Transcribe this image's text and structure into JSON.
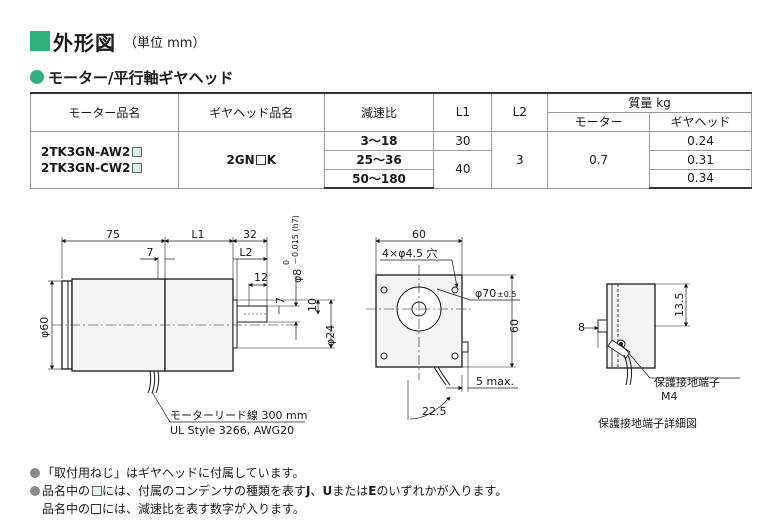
{
  "title": {
    "main": "外形図",
    "unit": "（単位 mm）"
  },
  "section": {
    "label": "モーター/平行軸ギヤヘッド"
  },
  "table": {
    "headers": {
      "motor": "モーター品名",
      "gearhead": "ギヤヘッド品名",
      "ratio": "減速比",
      "l1": "L1",
      "l2": "L2",
      "mass": "質量 kg",
      "mass_motor": "モーター",
      "mass_gear": "ギヤヘッド"
    },
    "motor_models": [
      "2TK3GN-AW2",
      "2TK3GN-CW2"
    ],
    "gearhead_prefix": "2GN",
    "gearhead_suffix": "K",
    "ratios": [
      "3～18",
      "25～36",
      "50～180"
    ],
    "l1_values": [
      "30",
      "40"
    ],
    "l2_value": "3",
    "motor_mass": "0.7",
    "gear_masses": [
      "0.24",
      "0.31",
      "0.34"
    ]
  },
  "drawing": {
    "dim_75": "75",
    "dim_L1": "L1",
    "dim_32": "32",
    "dim_L2": "L2",
    "dim_7a": "7",
    "dim_12": "12",
    "dim_7b": "7",
    "dim_10": "10",
    "dim_phi8_main": "φ8",
    "dim_phi8_tol_top": "0",
    "dim_phi8_tol_bottom": "－0.015 (h7)",
    "dim_phi24": "φ24",
    "dim_phi60": "φ60",
    "dim_60_top": "60",
    "dim_holes": "4×φ4.5 穴",
    "dim_phi70": "φ70",
    "dim_phi70_tol": "±0.5",
    "dim_60_side": "60",
    "dim_5max": "5 max.",
    "dim_22_5": "22.5",
    "dim_13_5": "13.5",
    "dim_8": "8",
    "lead_label_1": "モーターリード線 300 mm",
    "lead_label_2": "UL Style 3266, AWG20",
    "terminal_label": "保護接地端子",
    "terminal_size": "M4",
    "detail_caption": "保護接地端子詳細図"
  },
  "notes": {
    "line1": "「取付用ねじ」はギヤヘッドに付属しています。",
    "line2_a": "品名中の",
    "line2_b": "には、付属のコンデンサの種類を表す",
    "line2_j": "J",
    "line2_sep": "、",
    "line2_u": "U",
    "line2_mid": "または",
    "line2_e": "E",
    "line2_c": "のいずれかが入ります。",
    "line3_a": "品名中の",
    "line3_b": "には、減速比を表す数字が入ります。"
  },
  "colors": {
    "accent": "#2fb07a",
    "line": "#1a1a1a",
    "body_fill": "#f4f4f4"
  }
}
